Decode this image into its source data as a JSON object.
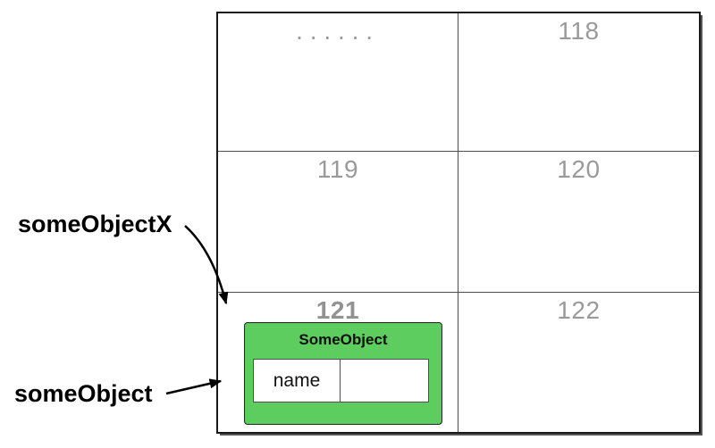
{
  "colors": {
    "object_fill": "#5ecd60",
    "object_border": "#252525",
    "grid_line": "#4d4d4d",
    "grid_outer_border": "#1a1a1a",
    "number_gray": "#9a9a9a",
    "label_black": "#000000"
  },
  "labels": {
    "someObjectX": "someObjectX",
    "someObject": "someObject"
  },
  "grid": {
    "cells": [
      {
        "label": "......",
        "bold": false
      },
      {
        "label": "118",
        "bold": false
      },
      {
        "label": "119",
        "bold": false
      },
      {
        "label": "120",
        "bold": false
      },
      {
        "label": "121",
        "bold": true
      },
      {
        "label": "122",
        "bold": false
      }
    ]
  },
  "object_box": {
    "title": "SomeObject",
    "fields": [
      {
        "name": "name",
        "value": ""
      }
    ]
  }
}
